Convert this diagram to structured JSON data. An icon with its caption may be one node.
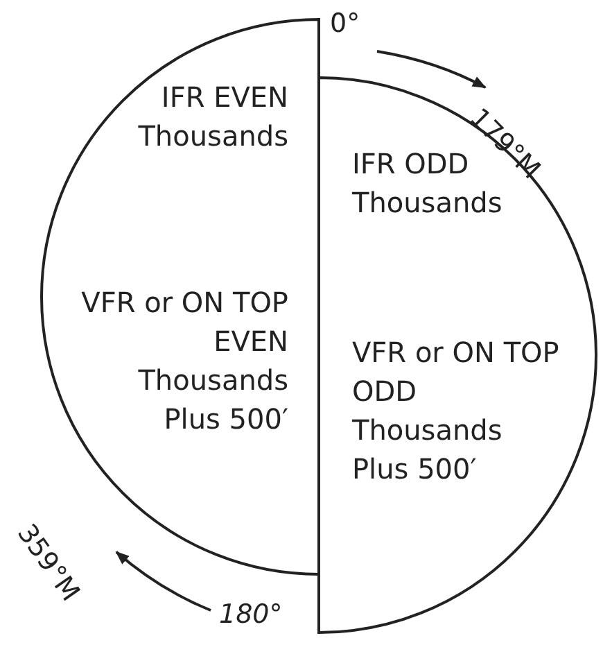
{
  "diagram": {
    "nodes": [
      {
        "text": [
          "IFR EVEN Thousands",
          "VFR or ON TOP EVEN Thousands Plus 500′"
        ]
      },
      {
        "text": [
          "IFR ODD Thousands",
          "VFR or ON TOP ODD Thousands Plus 500′"
        ]
      }
    ],
    "labels": [
      "0°",
      "179°M",
      "359°M",
      "180°"
    ]
  }
}
